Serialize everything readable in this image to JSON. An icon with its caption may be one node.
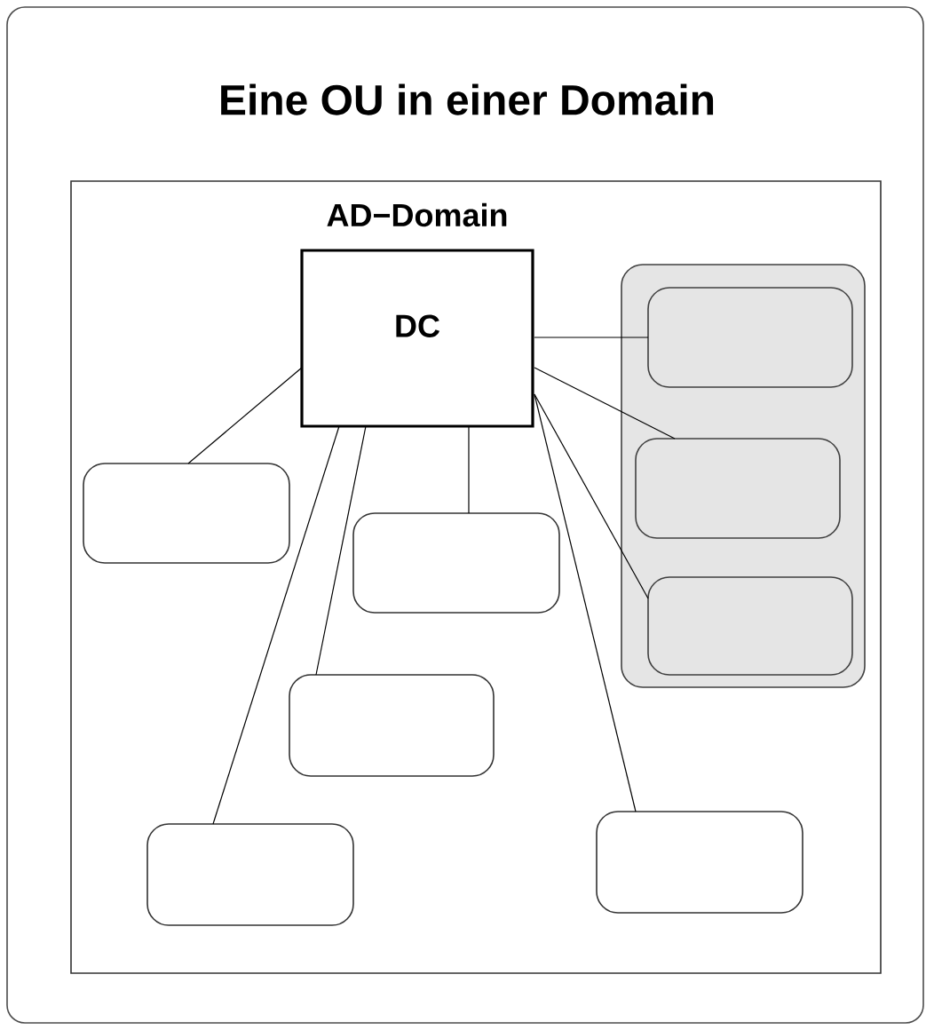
{
  "diagram": {
    "title": "Eine OU in einer Domain",
    "nodes": [
      {
        "text": [
          "AD−Domain"
        ]
      },
      {
        "text": [
          "DC"
        ],
        "in": 0
      },
      {
        "text": [],
        "shape": "box",
        "in": 0
      },
      {
        "text": [],
        "shape": "box",
        "in": 2
      },
      {
        "text": [],
        "shape": "box",
        "in": 2
      },
      {
        "text": [],
        "shape": "box",
        "in": 2
      },
      {
        "text": [],
        "shape": "box",
        "in": 0
      },
      {
        "text": [],
        "shape": "box",
        "in": 0
      },
      {
        "text": [],
        "shape": "box",
        "in": 0
      },
      {
        "text": [],
        "shape": "box",
        "in": 0
      },
      {
        "text": [],
        "shape": "box",
        "in": 0
      }
    ],
    "edges": [
      {
        "from": 1,
        "to": 3,
        "arrow": "none"
      },
      {
        "from": 1,
        "to": 4,
        "arrow": "none"
      },
      {
        "from": 1,
        "to": 5,
        "arrow": "none"
      },
      {
        "from": 1,
        "to": 6,
        "arrow": "none"
      },
      {
        "from": 1,
        "to": 7,
        "arrow": "none"
      },
      {
        "from": 1,
        "to": 8,
        "arrow": "none"
      },
      {
        "from": 1,
        "to": 9,
        "arrow": "none"
      },
      {
        "from": 1,
        "to": 10,
        "arrow": "none"
      }
    ]
  }
}
